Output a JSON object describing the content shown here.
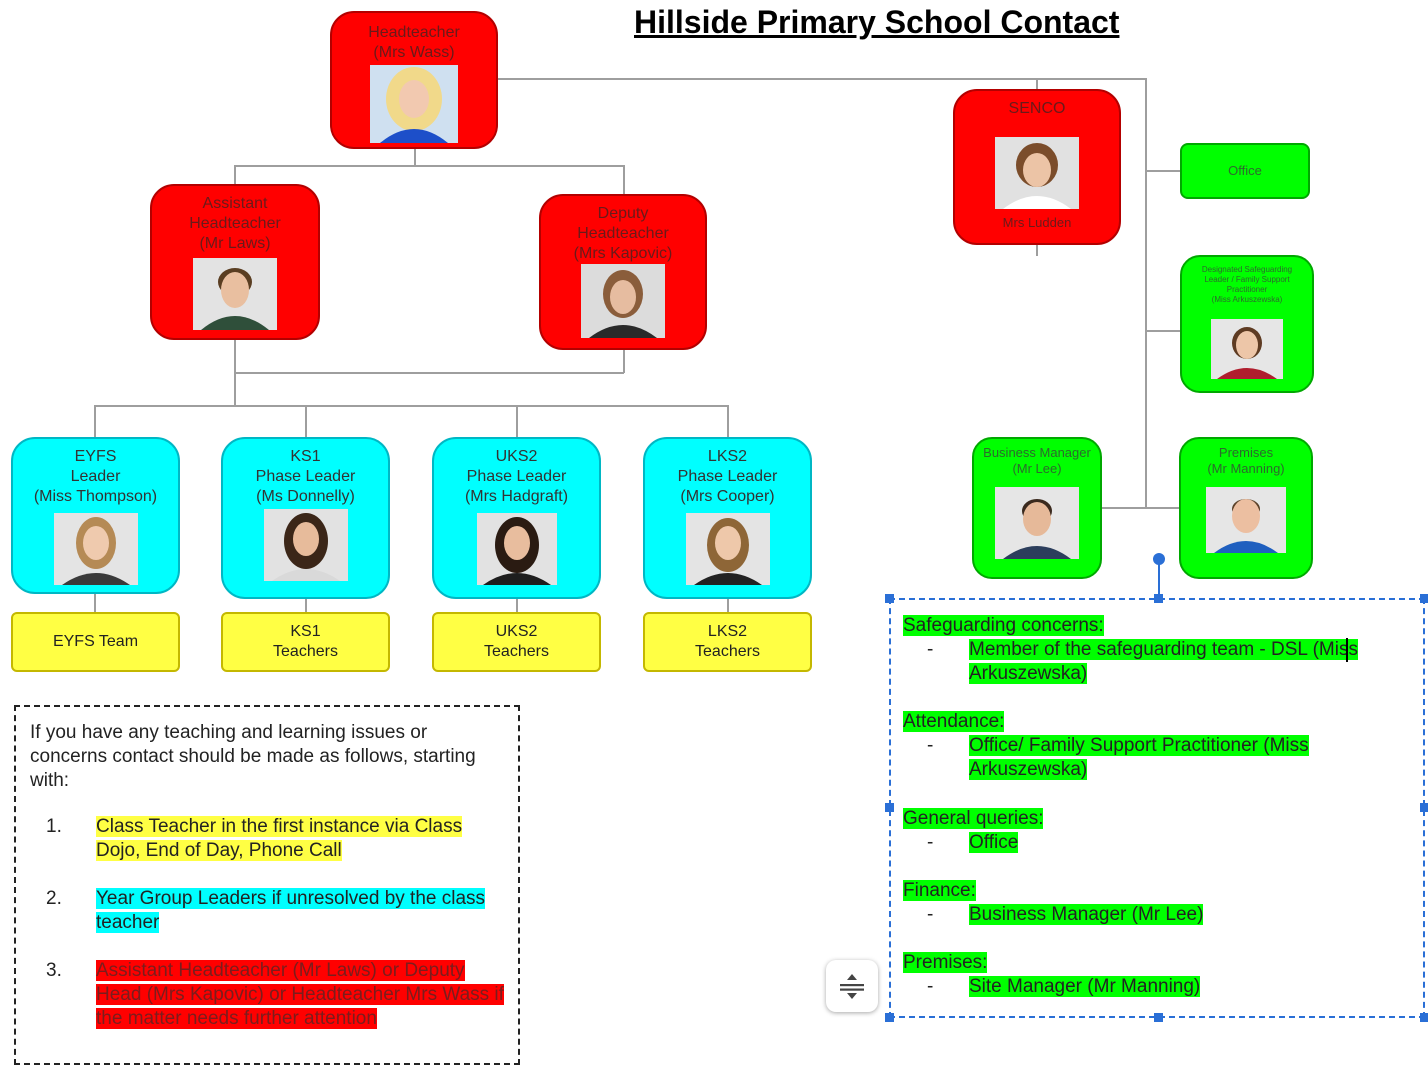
{
  "title": "Hillside Primary School Contact",
  "nodes": {
    "head": "Headteacher\n(Mrs Wass)",
    "assistant": "Assistant\nHeadteacher\n(Mr Laws)",
    "deputy": "Deputy\nHeadteacher\n(Mrs Kapovic)",
    "senco_title": "SENCO",
    "senco_name": "Mrs Ludden",
    "office": "Office",
    "dsl": "Designated Safeguarding\nLeader / Family Support\nPractitioner\n(Miss Arkuszewska)",
    "business": "Business Manager\n(Mr Lee)",
    "premises": "Premises\n(Mr Manning)",
    "eyfs": "EYFS\nLeader\n(Miss Thompson)",
    "ks1": "KS1\nPhase Leader\n(Ms Donnelly)",
    "uks2": "UKS2\nPhase Leader\n(Mrs Hadgraft)",
    "lks2": "LKS2\nPhase Leader\n(Mrs Cooper)",
    "eyfs_team": "EYFS Team",
    "ks1_teachers": "KS1\nTeachers",
    "uks2_teachers": "UKS2\nTeachers",
    "lks2_teachers": "LKS2\nTeachers"
  },
  "note": {
    "intro": "If you have any teaching and learning issues or concerns contact should be made as follows, starting with:",
    "steps": [
      {
        "num": "1.",
        "text": "Class Teacher in the first instance via Class Dojo, End of Day, Phone Call"
      },
      {
        "num": "2.",
        "text": "Year Group Leaders if unresolved by the class teacher"
      },
      {
        "num": "3.",
        "text": "Assistant Headteacher (Mr Laws) or Deputy Head (Mrs Kapovic) or Headteacher Mrs Wass if the matter needs further attention"
      }
    ]
  },
  "contacts": [
    {
      "heading": "Safeguarding concerns:",
      "item": "Member of the safeguarding team  - DSL (Miss Arkuszewska)"
    },
    {
      "heading": "Attendance:",
      "item": "Office/ Family Support Practitioner (Miss Arkuszewska)"
    },
    {
      "heading": "General queries:",
      "item": "Office"
    },
    {
      "heading": "Finance:",
      "item": "Business Manager (Mr Lee)"
    },
    {
      "heading": "Premises:",
      "item": "Site Manager (Mr Manning)"
    }
  ],
  "dash": "-",
  "colors": {
    "senior": "#ff0000",
    "phase_leaders": "#00ffff",
    "support": "#00ff00",
    "teams": "#ffff44",
    "selection": "#2a6fd6"
  }
}
